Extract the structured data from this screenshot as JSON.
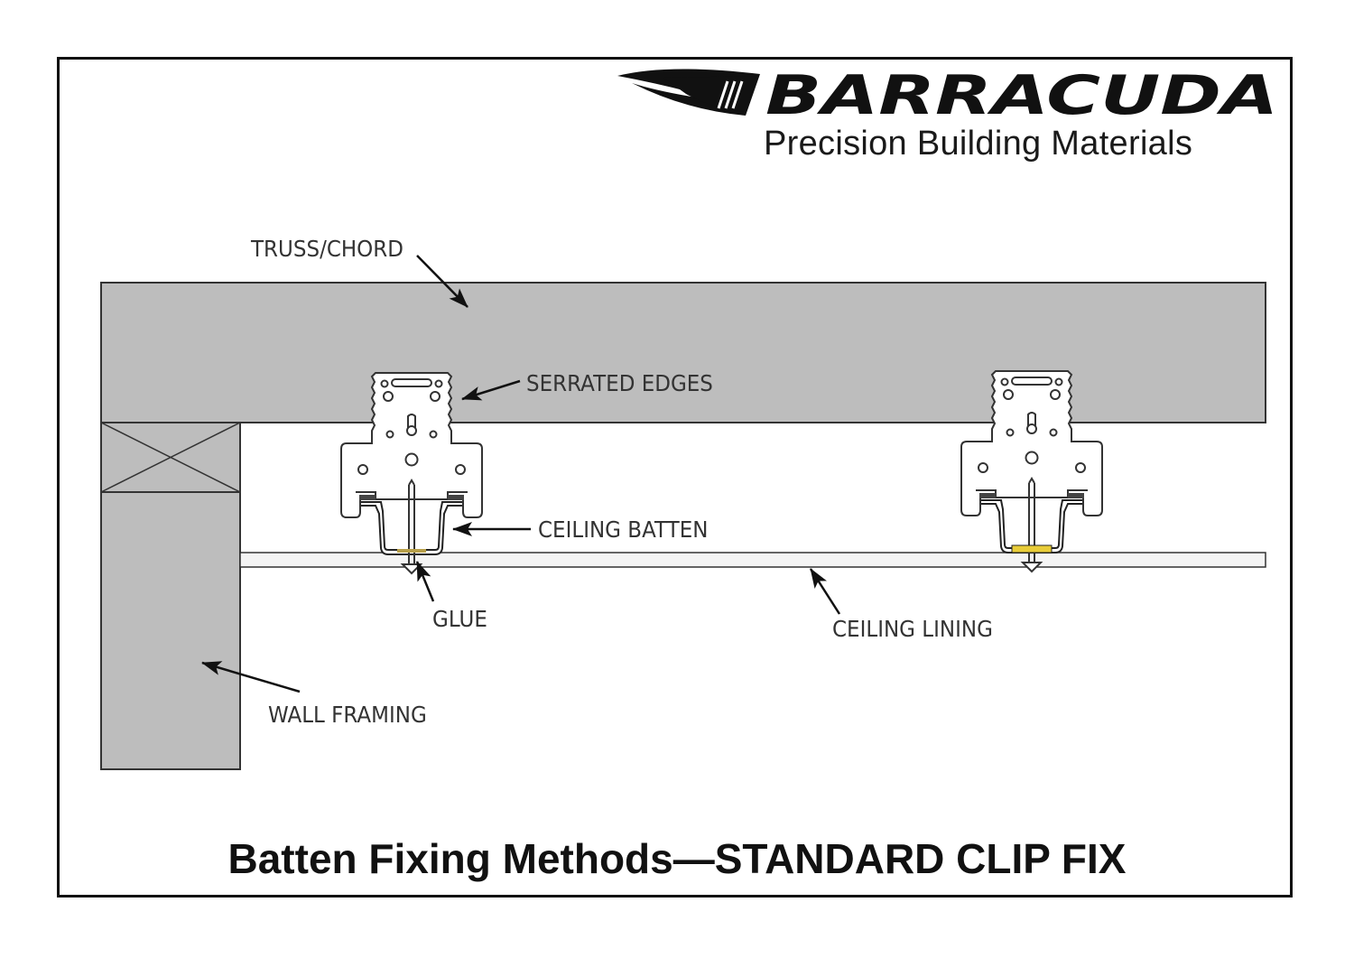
{
  "brand": {
    "name": "BARRACUDA",
    "tagline": "Precision Building Materials"
  },
  "labels": {
    "truss": "TRUSS/CHORD",
    "serrated": "SERRATED EDGES",
    "batten": "CEILING BATTEN",
    "glue": "GLUE",
    "lining": "CEILING LINING",
    "wall": "WALL FRAMING"
  },
  "title": "Batten Fixing Methods—STANDARD CLIP FIX",
  "colors": {
    "timber": "#bdbdbd",
    "lining": "#f4f4f4",
    "outline": "#333333",
    "glue": "#e8cc38",
    "text": "#333333"
  }
}
